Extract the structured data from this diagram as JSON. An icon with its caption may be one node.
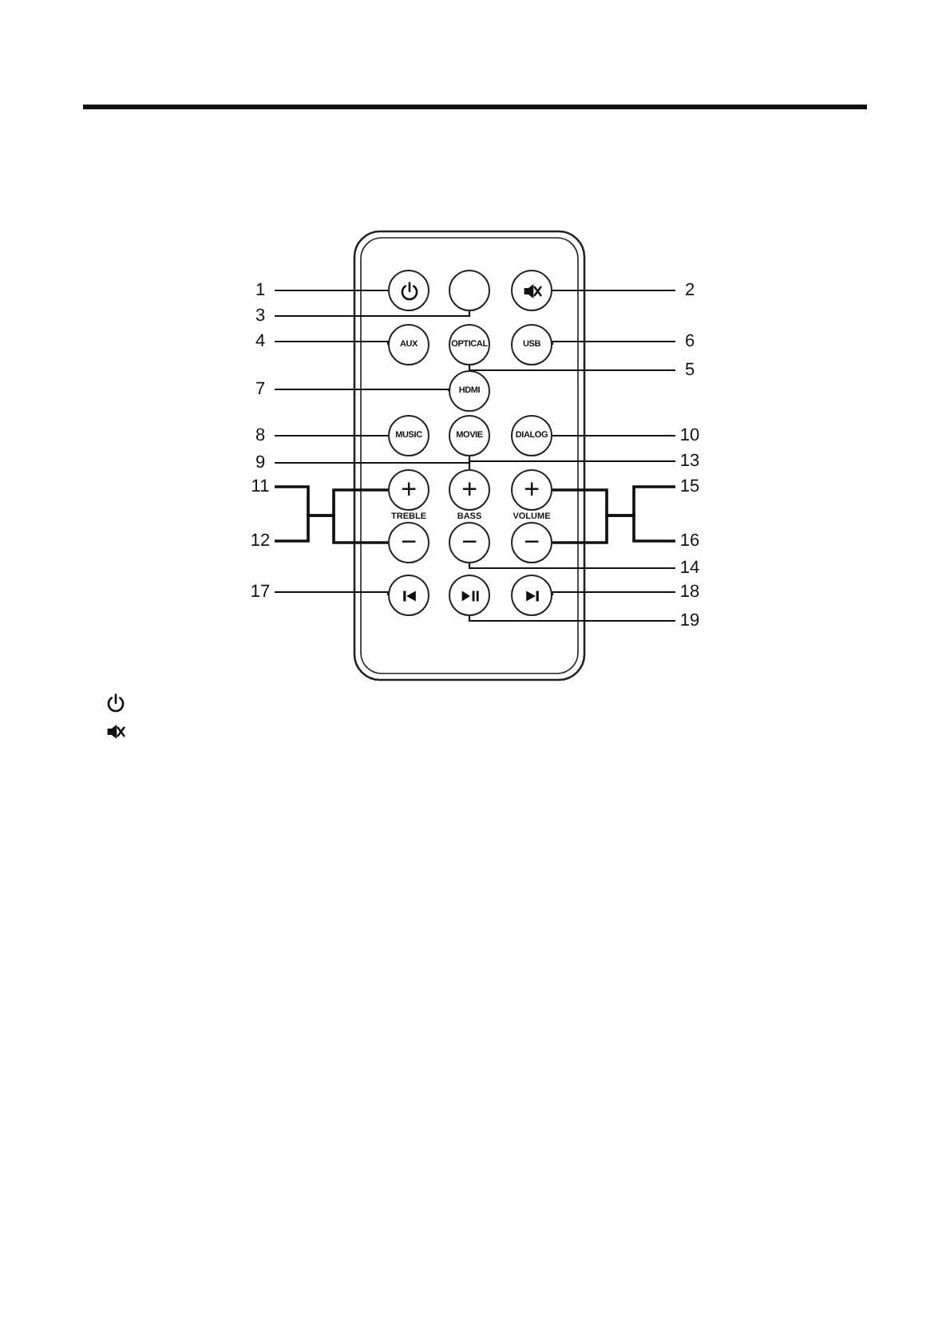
{
  "diagram": {
    "nodes": [
      {
        "text": [
          "1"
        ]
      },
      {
        "text": [],
        "shape": "circle"
      },
      {
        "text": [],
        "shape": "circle"
      },
      {
        "text": [],
        "shape": "circle"
      },
      {
        "text": [
          "2"
        ]
      },
      {
        "text": [
          "3"
        ]
      },
      {
        "text": [
          "4"
        ]
      },
      {
        "text": [
          "AUX"
        ]
      },
      {
        "text": [
          "OPTICAL"
        ]
      },
      {
        "text": [
          "USB"
        ]
      },
      {
        "text": [
          "6"
        ]
      },
      {
        "text": [
          "5"
        ]
      },
      {
        "text": [
          "7"
        ]
      },
      {
        "text": [
          "HDMI"
        ]
      },
      {
        "text": [
          "8"
        ]
      },
      {
        "text": [
          "MUSIC"
        ]
      },
      {
        "text": [
          "MOVIE"
        ]
      },
      {
        "text": [
          "DIALOG"
        ]
      },
      {
        "text": [
          "10"
        ]
      },
      {
        "text": [
          "9"
        ]
      },
      {
        "text": [
          "13"
        ]
      },
      {
        "text": [
          "11"
        ]
      },
      {
        "text": [
          "+"
        ]
      },
      {
        "text": [
          "+"
        ]
      },
      {
        "text": [
          "+"
        ]
      },
      {
        "text": [
          "15"
        ]
      },
      {
        "text": [
          "12"
        ]
      },
      {
        "text": [
          "−"
        ]
      },
      {
        "text": [
          "−"
        ]
      },
      {
        "text": [
          "−"
        ]
      },
      {
        "text": [
          "16"
        ]
      },
      {
        "text": [
          "14"
        ]
      },
      {
        "text": [
          "17"
        ]
      },
      {
        "text": [],
        "shape": "circle"
      },
      {
        "text": [],
        "shape": "circle"
      },
      {
        "text": [],
        "shape": "circle"
      },
      {
        "text": [
          "18"
        ]
      },
      {
        "text": [
          "19"
        ]
      }
    ],
    "edges": [
      {
        "from": 0,
        "to": 1,
        "arrow": "none"
      },
      {
        "from": 4,
        "to": 3,
        "arrow": "none"
      },
      {
        "from": 5,
        "to": 2,
        "arrow": "none"
      },
      {
        "from": 6,
        "to": 7,
        "arrow": "none"
      },
      {
        "from": 10,
        "to": 9,
        "arrow": "none"
      },
      {
        "from": 11,
        "to": 8,
        "arrow": "none"
      },
      {
        "from": 12,
        "to": 13,
        "arrow": "none"
      },
      {
        "from": 14,
        "to": 15,
        "arrow": "none"
      },
      {
        "from": 19,
        "to": 16,
        "arrow": "none"
      },
      {
        "from": 18,
        "to": 17,
        "arrow": "none"
      },
      {
        "from": 20,
        "to": 23,
        "arrow": "none"
      },
      {
        "from": 21,
        "to": 22,
        "arrow": "none"
      },
      {
        "from": 21,
        "to": 27,
        "arrow": "none"
      },
      {
        "from": 26,
        "to": 22,
        "arrow": "none"
      },
      {
        "from": 26,
        "to": 27,
        "arrow": "none"
      },
      {
        "from": 25,
        "to": 24,
        "arrow": "none"
      },
      {
        "from": 25,
        "to": 29,
        "arrow": "none"
      },
      {
        "from": 30,
        "to": 24,
        "arrow": "none"
      },
      {
        "from": 30,
        "to": 29,
        "arrow": "none"
      },
      {
        "from": 31,
        "to": 28,
        "arrow": "none"
      },
      {
        "from": 32,
        "to": 33,
        "arrow": "none"
      },
      {
        "from": 36,
        "to": 35,
        "arrow": "none"
      },
      {
        "from": 37,
        "to": 34,
        "arrow": "none"
      }
    ],
    "labels": [
      "TREBLE",
      "BASS",
      "VOLUME"
    ]
  }
}
